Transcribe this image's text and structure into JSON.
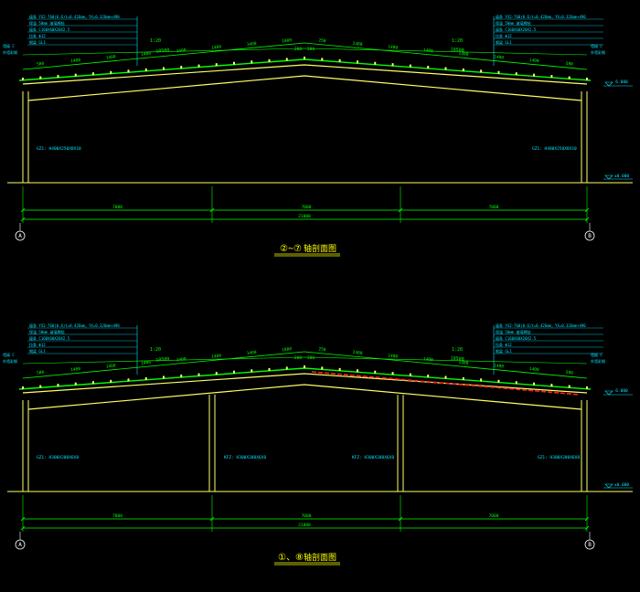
{
  "colors": {
    "background": "#000000",
    "structure": "#ffff66",
    "dimension": "#00ff00",
    "annotation": "#00e5ff",
    "red_purlin": "#ff2020",
    "title": "#ffff00",
    "axis_bubble": "#ffffff"
  },
  "sections": [
    {
      "id": "top",
      "title_axes": "②~⑦",
      "title_text": "轴剖面图",
      "slope_left": "1:20",
      "slope_right": "1:20",
      "purlin_spans_left": [
        "500",
        "1400",
        "1400",
        "1400",
        "1400",
        "1400",
        "1400",
        "1000"
      ],
      "purlin_spans_right": [
        "250",
        "2400",
        "1400",
        "1400",
        "1400",
        "1400",
        "1400",
        "500"
      ],
      "ridge_labels": [
        "200",
        "200"
      ],
      "total_top_left": "10500",
      "total_top_right": "10500",
      "bay_dims": [
        "7000",
        "7000",
        "7000"
      ],
      "total_dim": "21000",
      "axis_left": "A",
      "axis_right": "B",
      "elev_top": "6.000",
      "elev_bottom": "±0.000",
      "roof_note_left": [
        "檩条 YX2-760(0.6)t=0.426mm，YX=0.326mm+490",
        "保温 50mm 玻璃棉毡",
        "檩条 C160X60X20X2.5",
        "拉条 Φ12",
        "钢梁 GL1"
      ],
      "roof_note_right": [
        "檩条 YX2-760(0.6)t=0.426mm，YX=0.326mm+490",
        "保温 50mm 玻璃棉毡",
        "檩条 C160X60X20X2.5",
        "拉条 Φ12",
        "钢梁 GL1"
      ],
      "column_notes": [
        "GZ1: H400X250X8X10",
        "GZ1: H400X250X8X10"
      ],
      "left_side_note": [
        "墙檩 C",
        "外墙彩钢"
      ],
      "right_side_note": [
        "墙檩 C",
        "外墙彩钢"
      ]
    },
    {
      "id": "bottom",
      "title_axes": "①、⑧",
      "title_text": "轴剖面图",
      "slope_left": "1:20",
      "slope_right": "1:20",
      "purlin_spans_left": [
        "500",
        "1400",
        "1400",
        "1400",
        "1400",
        "1400",
        "1400",
        "1000"
      ],
      "purlin_spans_right": [
        "250",
        "2400",
        "1400",
        "1400",
        "1400",
        "1400",
        "1400",
        "500"
      ],
      "ridge_labels": [
        "200",
        "200"
      ],
      "total_top_left": "10500",
      "total_top_right": "10500",
      "bay_dims": [
        "7000",
        "7000",
        "7000"
      ],
      "total_dim": "21000",
      "axis_left": "A",
      "axis_right": "B",
      "elev_top": "6.000",
      "elev_bottom": "±0.000",
      "roof_note_left": [
        "檩条 YX2-760(0.6)t=0.426mm，YX=0.326mm+490",
        "保温 50mm 玻璃棉毡",
        "檩条 C160X60X20X2.5",
        "拉条 Φ12",
        "钢梁 GL1"
      ],
      "roof_note_right": [
        "檩条 YX2-760(0.6)t=0.426mm，YX=0.326mm+490",
        "保温 50mm 玻璃棉毡",
        "檩条 C160X60X20X2.5",
        "拉条 Φ12",
        "钢梁 GL1"
      ],
      "column_notes": [
        "GZ1: H300X200X6X8",
        "KFZ: H300X200X6X8",
        "KFZ: H300X200X6X8",
        "GZ1: H300X200X6X8"
      ],
      "left_side_note": [
        "墙檩 C",
        "外墙彩钢"
      ],
      "right_side_note": [
        "墙檩 C",
        "外墙彩钢"
      ]
    }
  ]
}
